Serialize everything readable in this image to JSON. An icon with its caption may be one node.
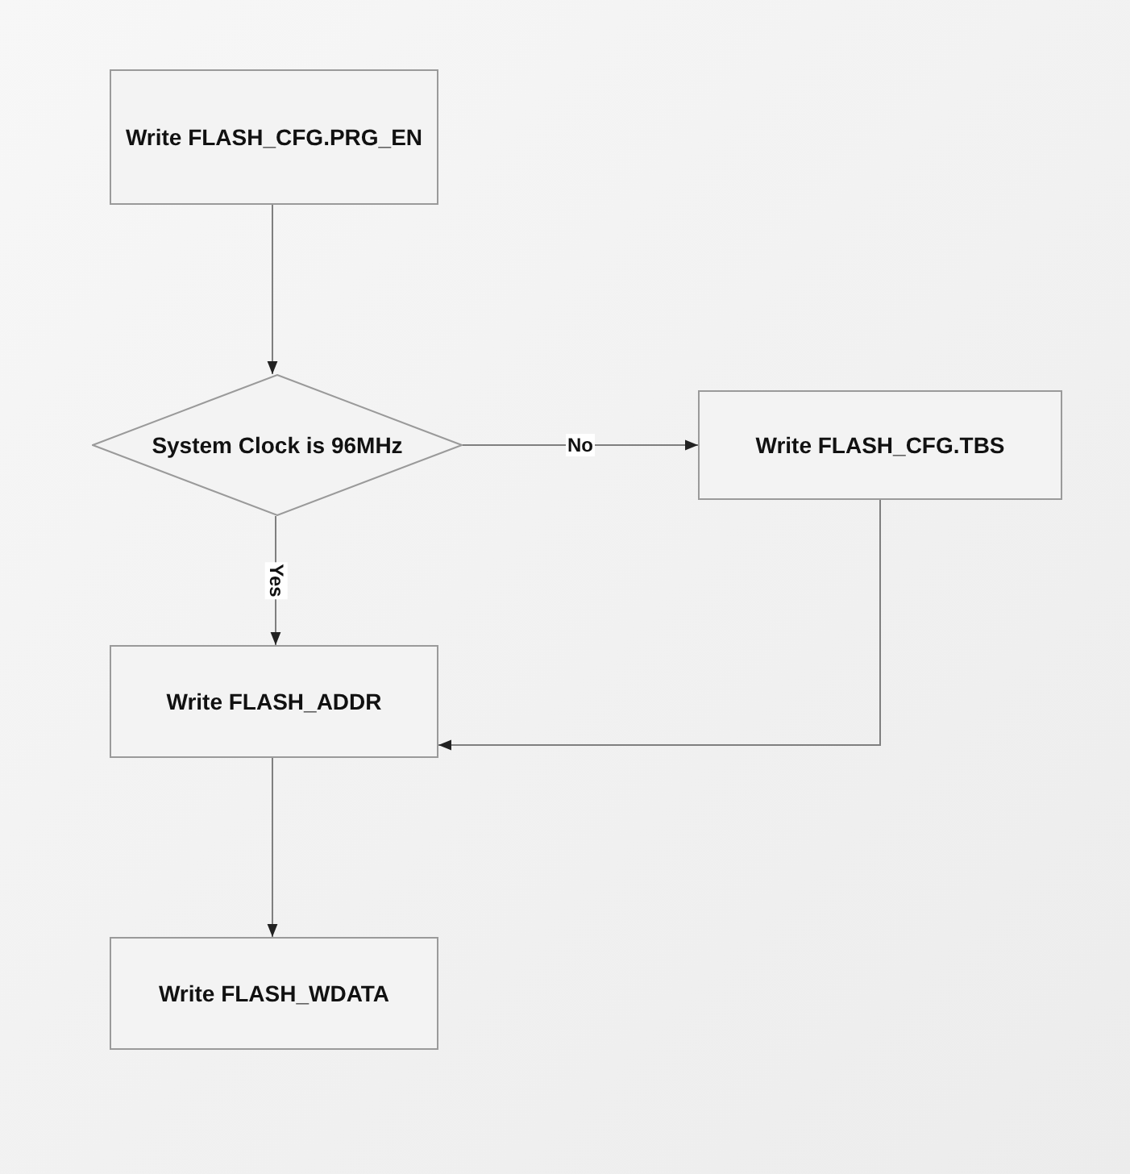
{
  "diagram": {
    "nodes": [
      {
        "text": [
          "Write FLASH_CFG.PRG_EN"
        ]
      },
      {
        "text": [
          "System Clock is 96MHz"
        ]
      },
      {
        "text": [
          "Write FLASH_CFG.TBS"
        ]
      },
      {
        "text": [
          "Write FLASH_ADDR"
        ]
      },
      {
        "text": [
          "Write FLASH_WDATA"
        ]
      }
    ],
    "edges": [
      {
        "from": 0,
        "to": 1,
        "arrow": "to"
      },
      {
        "from": 1,
        "to": 2,
        "arrow": "to",
        "label": "No"
      },
      {
        "from": 1,
        "to": 3,
        "arrow": "to",
        "label": "Yes"
      },
      {
        "from": 2,
        "to": 3,
        "arrow": "to"
      },
      {
        "from": 3,
        "to": 4,
        "arrow": "to"
      }
    ]
  }
}
